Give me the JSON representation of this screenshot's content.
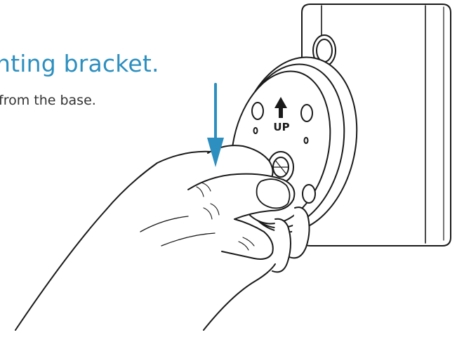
{
  "heading": {
    "title": "nting bracket.",
    "subtitle": "from the base."
  },
  "illustration": {
    "bracket_label": "UP",
    "arrow_icon": "down-arrow-icon",
    "up_arrow_icon": "up-arrow-icon"
  },
  "colors": {
    "accent": "#2c8fbf",
    "line": "#1a1a1a"
  }
}
